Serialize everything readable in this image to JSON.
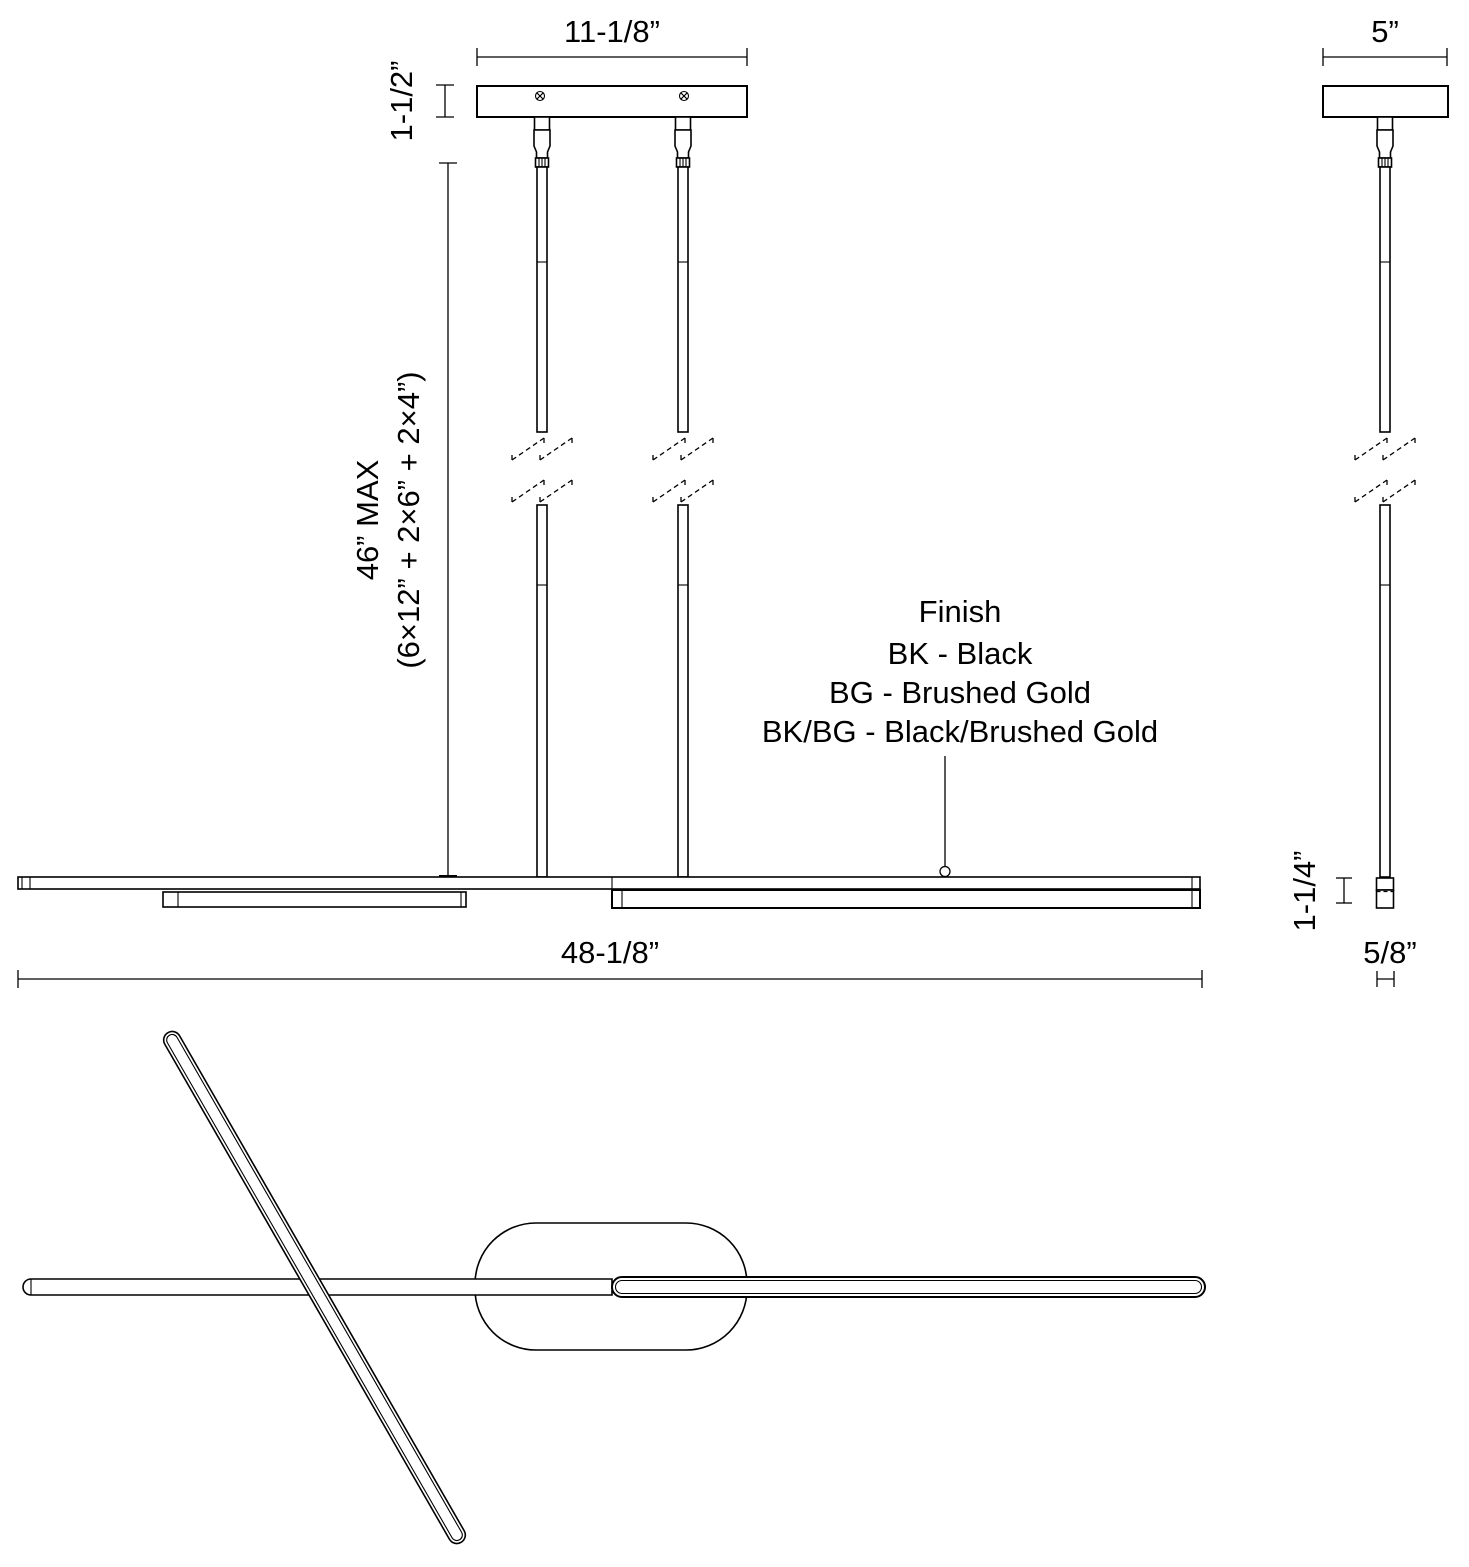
{
  "drawing": {
    "front": {
      "canopy_width": "11-1/8”",
      "canopy_height": "1-1/2”",
      "suspension_max": "46” MAX",
      "suspension_formula": "(6×12” + 2×6” + 2×4”)",
      "overall_width": "48-1/8”"
    },
    "side": {
      "canopy_width": "5”",
      "fixture_height": "1-1/4”",
      "fixture_depth": "5/8”"
    },
    "finish": {
      "title": "Finish",
      "options": [
        "BK - Black",
        "BG - Brushed Gold",
        "BK/BG - Black/Brushed Gold"
      ]
    },
    "colors": {
      "line": "#000000",
      "background": "#ffffff"
    }
  }
}
